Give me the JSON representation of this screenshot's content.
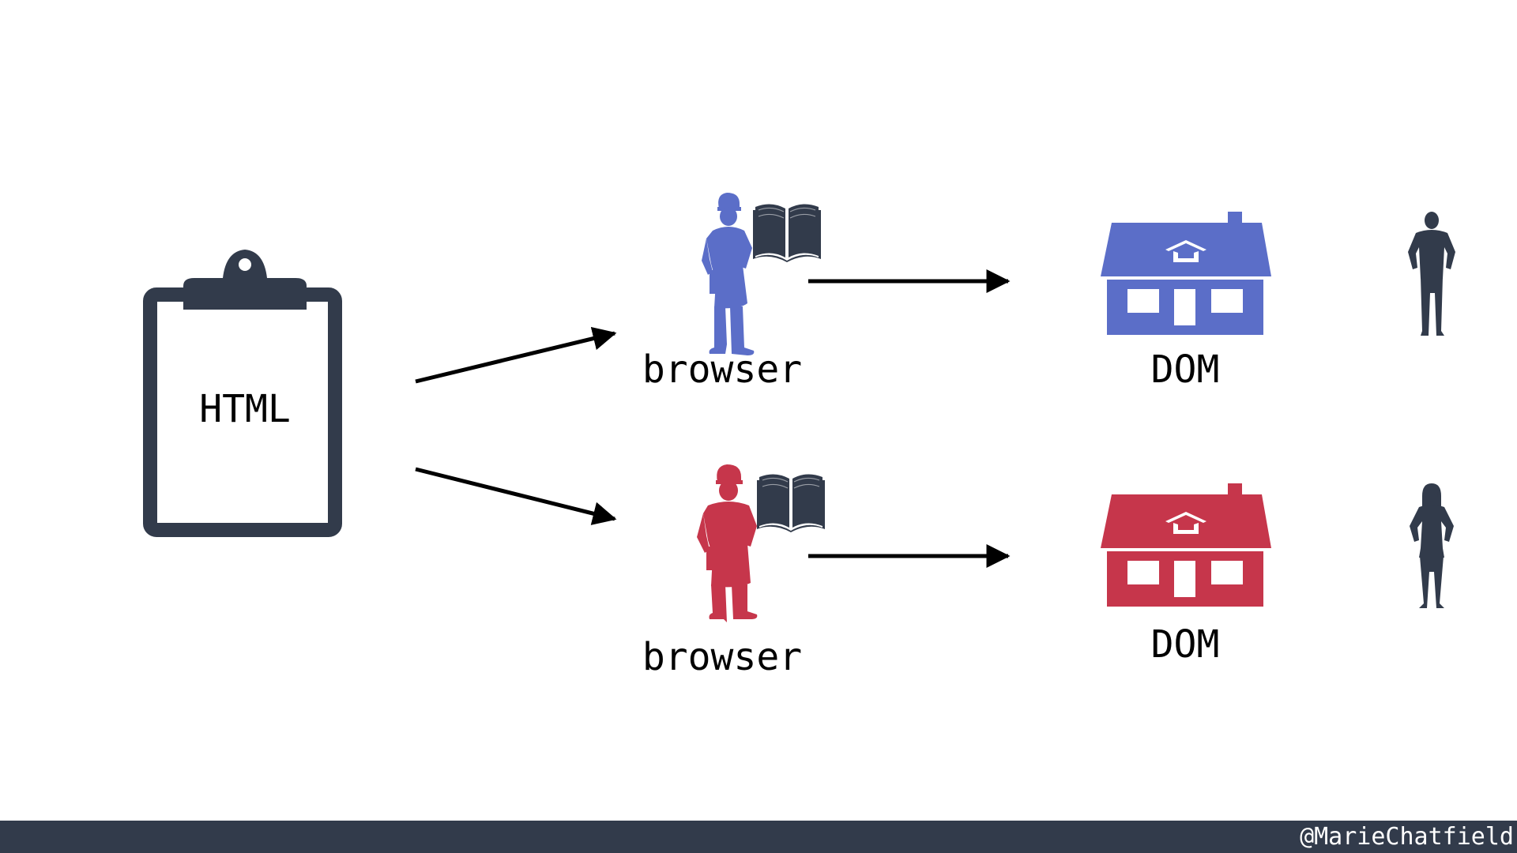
{
  "source": {
    "label": "HTML"
  },
  "rows": [
    {
      "browser_label": "browser",
      "dom_label": "DOM",
      "color": "#5b6ec8"
    },
    {
      "browser_label": "browser",
      "dom_label": "DOM",
      "color": "#c6364b"
    }
  ],
  "colors": {
    "ink": "#323b4b",
    "arrow": "#000000",
    "footer": "#323b4b"
  },
  "icons": {
    "source": "clipboard-icon",
    "builders": [
      "builder-female-icon",
      "builder-male-icon"
    ],
    "manual": "open-book-icon",
    "houses": [
      "house-icon",
      "house-icon"
    ],
    "residents": [
      "person-male-icon",
      "person-female-icon"
    ]
  },
  "footer": {
    "handle": "@MarieChatfield"
  }
}
